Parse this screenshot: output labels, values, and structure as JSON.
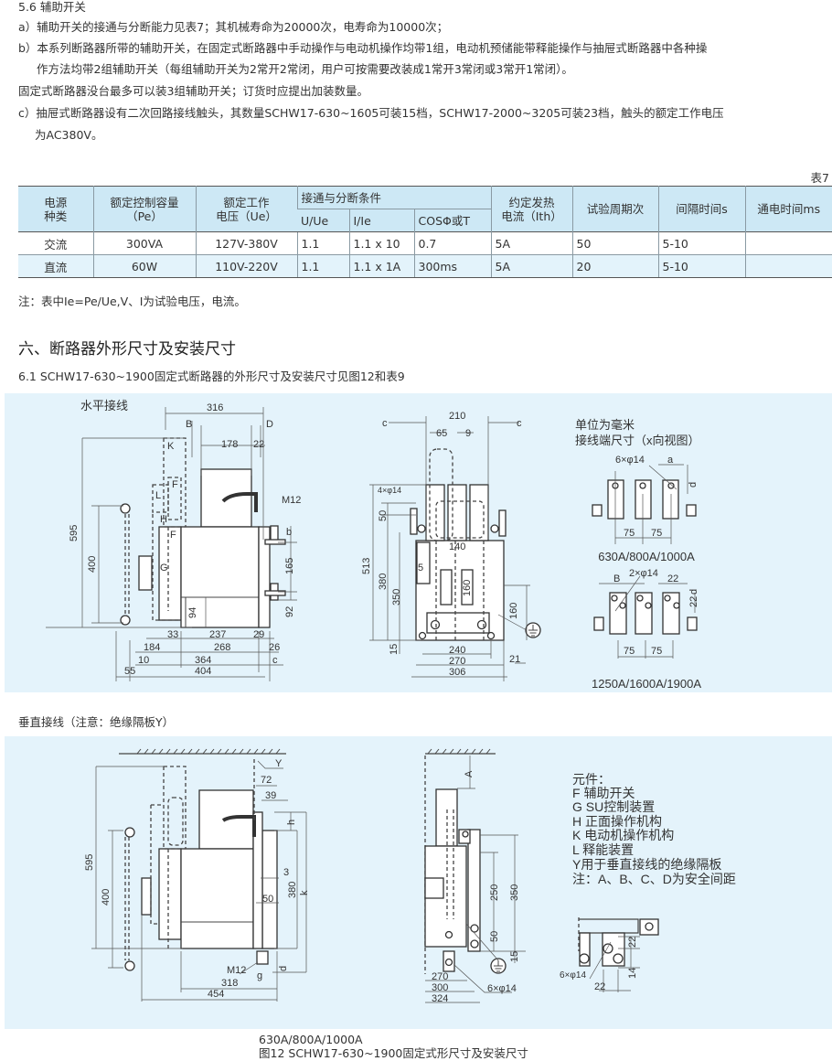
{
  "section56": {
    "title": "5.6 辅助开关",
    "a": "a）辅助开关的接通与分断能力见表7；其机械寿命为20000次，电寿命为10000次；",
    "b1": "b）本系列断路器所带的辅助开关，在固定式断路器中手动操作与电动机操作均带1组，电动机预储能带释能操作与抽屉式断路器中各种操",
    "b2": "作方法均带2组辅助开关（每组辅助开关为2常开2常闭，用户可按需要改装成1常开3常闭或3常开1常闭）。",
    "fixed": "固定式断路器没台最多可以装3组辅助开关；订货时应提出加装数量。",
    "c1": "c）抽屉式断路器设有二次回路接线触头，其数量SCHW17-630~1605可装15档，SCHW17-2000~3205可装23档，触头的额定工作电压",
    "c2": "为AC380V。"
  },
  "table7": {
    "label": "表7",
    "headers": {
      "power_type": [
        "电源",
        "种类"
      ],
      "rated_capacity": [
        "额定控制容量",
        "（Pe）"
      ],
      "rated_voltage": [
        "额定工作",
        "电压（Ue）"
      ],
      "make_break": "接通与分断条件",
      "sub": [
        "U/Ue",
        "I/Ie",
        "COSΦ或T"
      ],
      "ith": [
        "约定发热",
        "电流（Ith）"
      ],
      "cycles": "试验周期次",
      "interval": "间隔时间s",
      "on_time": "通电时间ms"
    },
    "rows": [
      [
        "交流",
        "300VA",
        "127V-380V",
        "1.1",
        "1.1 x 10",
        "0.7",
        "5A",
        "50",
        "5-10",
        ""
      ],
      [
        "直流",
        "60W",
        "110V-220V",
        "1.1",
        "1.1 x 1A",
        "300ms",
        "5A",
        "20",
        "5-10",
        ""
      ]
    ],
    "note": "注：表中Ie=Pe/Ue,V、I为试验电压，电流。"
  },
  "section6": {
    "title": "六、断路器外形尺寸及安装尺寸",
    "s61": "6.1 SCHW17-630~1900固定式断路器的外形尺寸及安装尺寸见图12和表9"
  },
  "panel1": {
    "horizontal": {
      "title": "水平接线",
      "dims": [
        "316",
        "B",
        "D",
        "178",
        "22",
        "M12",
        "b",
        "165",
        "92",
        "94",
        "33",
        "237",
        "29",
        "184",
        "268",
        "26",
        "10",
        "364",
        "c",
        "55",
        "404",
        "595",
        "400",
        "K",
        "F",
        "L",
        "H",
        "F",
        "G"
      ]
    },
    "front": {
      "dims": [
        "c",
        "210",
        "c",
        "65",
        "9",
        "4×φ14",
        "50",
        "513",
        "380",
        "350",
        "5",
        "140",
        "160",
        "160",
        "15",
        "240",
        "270",
        "306",
        "21"
      ]
    },
    "terminals": {
      "unit": "单位为毫米",
      "title": "接线端尺寸（x向视图）",
      "top_dims": [
        "6×φ14",
        "a",
        "d",
        "75",
        "75"
      ],
      "top_caption": "630A/800A/1000A",
      "bottom_dims": [
        "2×φ14",
        "B",
        "22",
        "d",
        "22",
        "75",
        "75"
      ],
      "bottom_caption": "1250A/1600A/1900A"
    }
  },
  "vertical_title": "垂直接线（注意：绝缘隔板Y）",
  "panel2": {
    "side": {
      "dims": [
        "Y",
        "72",
        "39",
        "h",
        "3",
        "380",
        "k",
        "50",
        "595",
        "400",
        "M12",
        "g",
        "d",
        "318",
        "454"
      ]
    },
    "front": {
      "dims": [
        "A",
        "250",
        "350",
        "50",
        "15",
        "270",
        "300",
        "324",
        "6×φ14"
      ]
    },
    "legend": [
      "元件：",
      "F  辅助开关",
      "G SU控制装置",
      "H  正面操作机构",
      "K  电动机操作机构",
      "L  释能装置",
      "Y用于垂直接线的绝缘隔板",
      "注：A、B、C、D为安全间距"
    ],
    "detail": {
      "dims": [
        "6×φ14",
        "22",
        "22",
        "14"
      ]
    }
  },
  "caption": {
    "sub": "630A/800A/1000A",
    "figure": "图12 SCHW17-630~1900固定式形尺寸及安装尺寸"
  },
  "colors": {
    "panel_bg": "#e4f3fb",
    "table_header": "#cde8f5",
    "table_alt_row": "#e3f3fb"
  }
}
